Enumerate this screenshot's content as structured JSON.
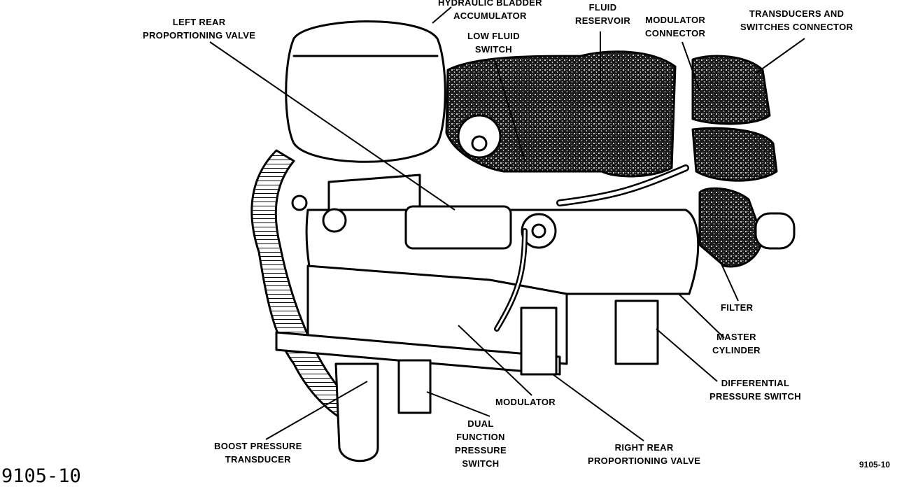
{
  "figure": {
    "id_corner": "9105-10",
    "id_caption": "9105-10"
  },
  "labels": {
    "hydraulic_bladder_accumulator": [
      "HYDRAULIC BLADDER",
      "ACCUMULATOR"
    ],
    "left_rear_proportioning_valve": [
      "LEFT REAR",
      "PROPORTIONING VALVE"
    ],
    "low_fluid_switch": [
      "LOW FLUID",
      "SWITCH"
    ],
    "fluid_reservoir": [
      "FLUID",
      "RESERVOIR"
    ],
    "modulator_connector": [
      "MODULATOR",
      "CONNECTOR"
    ],
    "transducers_switches_connector": [
      "TRANSDUCERS AND",
      "SWITCHES CONNECTOR"
    ],
    "filter": [
      "FILTER"
    ],
    "master_cylinder": [
      "MASTER",
      "CYLINDER"
    ],
    "differential_pressure_switch": [
      "DIFFERENTIAL",
      "PRESSURE SWITCH"
    ],
    "modulator": [
      "MODULATOR"
    ],
    "right_rear_proportioning_valve": [
      "RIGHT REAR",
      "PROPORTIONING VALVE"
    ],
    "dual_function_pressure_switch": [
      "DUAL",
      "FUNCTION",
      "PRESSURE",
      "SWITCH"
    ],
    "boost_pressure_transducer": [
      "BOOST PRESSURE",
      "TRANSDUCER"
    ]
  }
}
